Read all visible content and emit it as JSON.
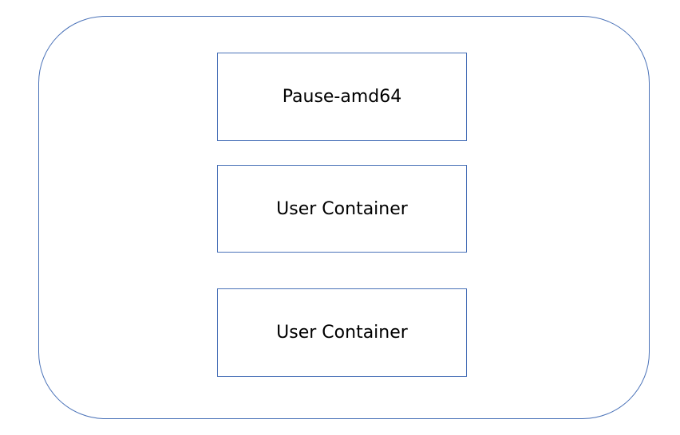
{
  "diagram": {
    "containers": [
      {
        "label": "Pause-amd64"
      },
      {
        "label": "User Container"
      },
      {
        "label": "User Container"
      }
    ],
    "colors": {
      "border": "#4a72b8",
      "text": "#000000",
      "background": "#ffffff"
    }
  }
}
